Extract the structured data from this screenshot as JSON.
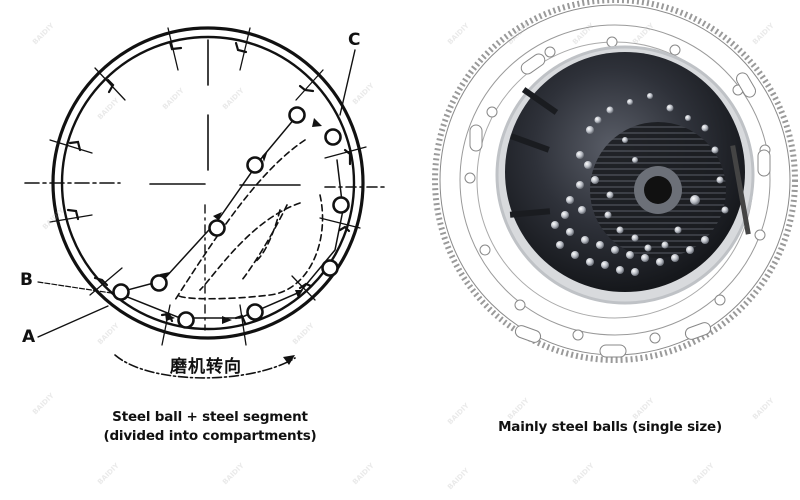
{
  "left_panel": {
    "labels": {
      "a": "A",
      "b": "B",
      "c": "C"
    },
    "rotation_text": "磨机转向",
    "caption_line1": "Steel ball + steel segment",
    "caption_line2": "(divided into compartments)"
  },
  "right_panel": {
    "caption": "Mainly steel balls (single size)"
  },
  "watermark": "BAIDIY",
  "colors": {
    "line": "#111111",
    "drum_dark": "#2b2e35",
    "ball": "#c9ccd2",
    "gear": "#8a8a8a"
  }
}
